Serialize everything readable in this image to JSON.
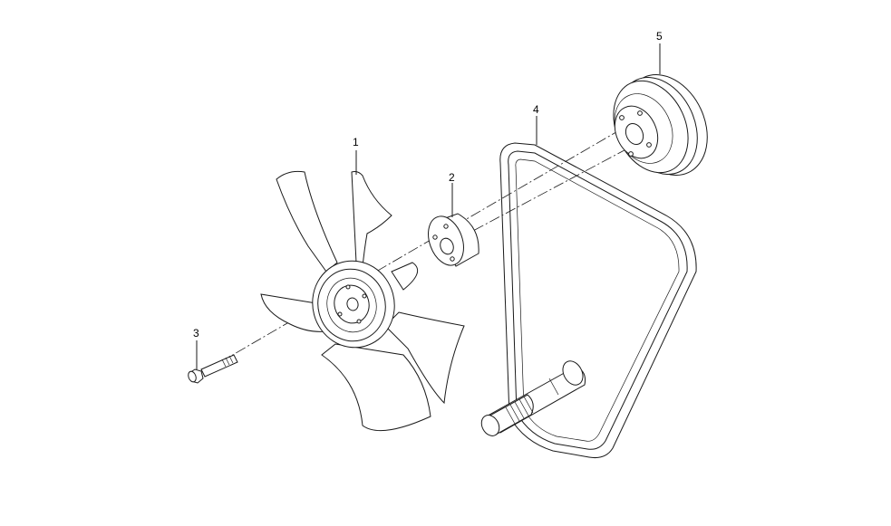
{
  "callouts": [
    {
      "id": "1",
      "label": "1",
      "part": "fan"
    },
    {
      "id": "2",
      "label": "2",
      "part": "spacer"
    },
    {
      "id": "3",
      "label": "3",
      "part": "bolt"
    },
    {
      "id": "4",
      "label": "4",
      "part": "v-belt"
    },
    {
      "id": "5",
      "label": "5",
      "part": "pulley"
    }
  ]
}
